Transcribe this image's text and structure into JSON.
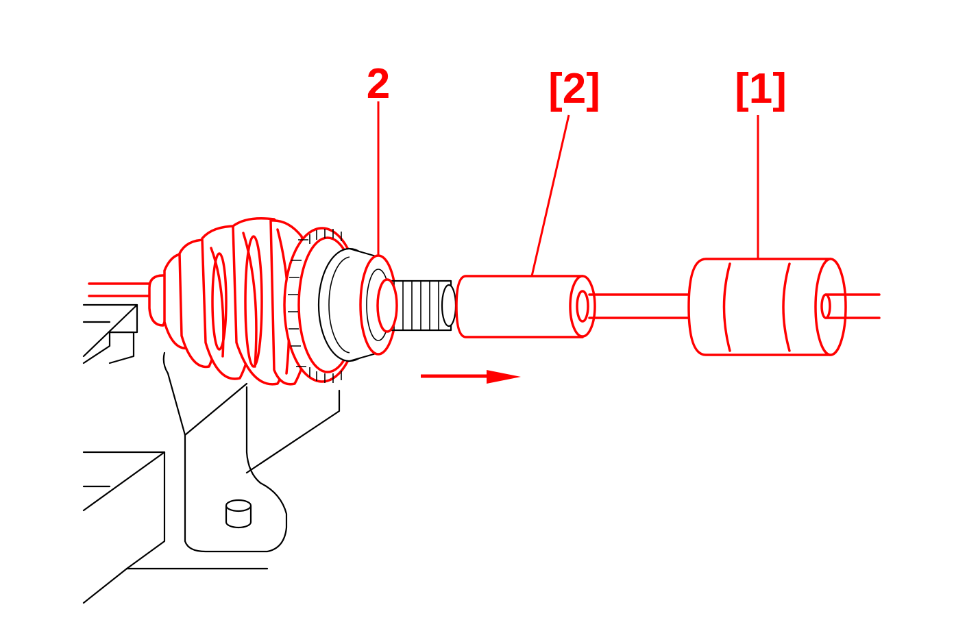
{
  "labels": {
    "part_2": "2",
    "tool_2": "[2]",
    "tool_1": "[1]"
  },
  "colors": {
    "highlight": "#ff0000",
    "line": "#000000",
    "background": "#ffffff"
  },
  "icons": {
    "direction_arrow": "right-arrow-icon"
  }
}
